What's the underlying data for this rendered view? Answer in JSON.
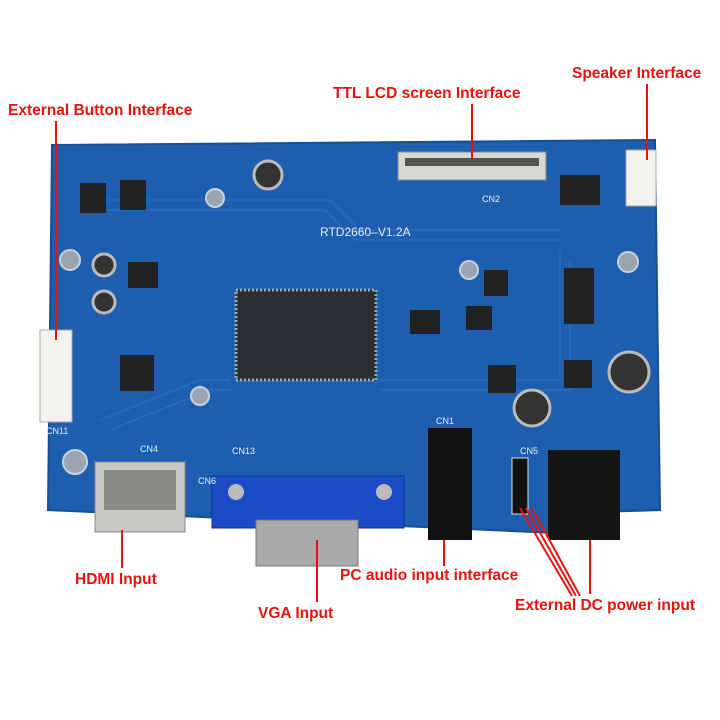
{
  "board": {
    "model": "RTD2660–V1.2A",
    "connectors": [
      "CN2",
      "CN11",
      "CN4",
      "CN6",
      "CN13",
      "CN1",
      "CN5"
    ],
    "colors": {
      "pcb": "#1d5fae",
      "label": "#e8130f"
    }
  },
  "annotations": {
    "button": "External Button Interface",
    "ttl": "TTL LCD screen Interface",
    "speaker": "Speaker Interface",
    "hdmi": "HDMI Input",
    "vga": "VGA Input",
    "audio": "PC audio input interface",
    "dc": "External DC power input"
  }
}
